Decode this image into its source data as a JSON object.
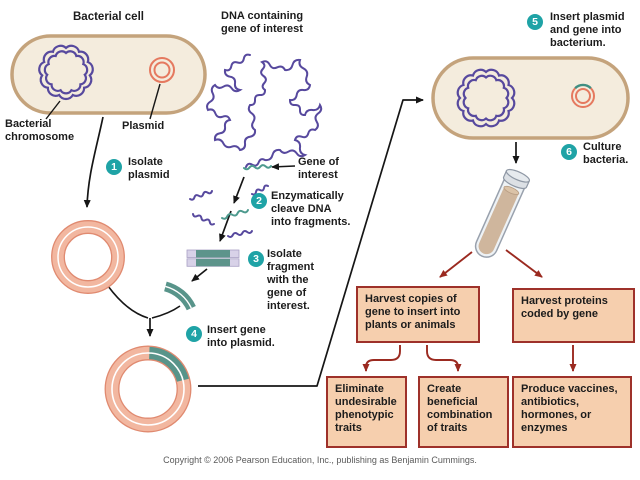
{
  "labels": {
    "bacterial_cell": "Bacterial cell",
    "dna_heading": "DNA containing\ngene of interest",
    "bacterial_chromosome": "Bacterial\nchromosome",
    "plasmid": "Plasmid",
    "gene_of_interest": "Gene of\ninterest"
  },
  "steps": [
    {
      "num": "1",
      "text": "Isolate\nplasmid"
    },
    {
      "num": "2",
      "text": "Enzymatically\ncleave DNA\ninto fragments."
    },
    {
      "num": "3",
      "text": "Isolate\nfragment\nwith the\ngene of\ninterest."
    },
    {
      "num": "4",
      "text": "Insert gene\ninto plasmid."
    },
    {
      "num": "5",
      "text": "Insert plasmid\nand gene into\nbacterium."
    },
    {
      "num": "6",
      "text": "Culture\nbacteria."
    }
  ],
  "boxes": {
    "harvest_genes": "Harvest copies of\ngene to insert into\nplants or animals",
    "harvest_proteins": "Harvest proteins\ncoded by gene",
    "eliminate": "Eliminate\nundesirable\nphenotypic\ntraits",
    "create": "Create\nbeneficial\ncombination\nof traits",
    "produce": "Produce vaccines,\nantibiotics,\nhormones, or\nenzymes"
  },
  "copyright": "Copyright © 2006 Pearson Education, Inc., publishing as Benjamin Cummings.",
  "colors": {
    "badge_teal": "#1fa3a6",
    "gene_teal": "#58948a",
    "dna_purple": "#57499e",
    "plasmid_salmon": "#f2b7a0",
    "cell_fill": "#f4ecdd",
    "cell_border": "#c4a37c",
    "box_fill": "#f6cfae",
    "box_border": "#9e312a",
    "arrow_red": "#9b2a20"
  }
}
